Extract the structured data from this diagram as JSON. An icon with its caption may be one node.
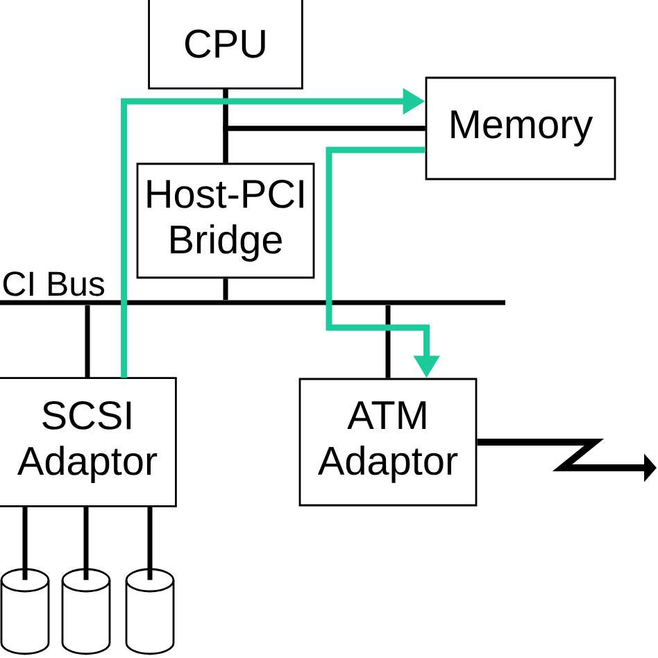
{
  "diagram": {
    "nodes": [
      {
        "text": [
          "CPU"
        ]
      },
      {
        "text": [
          "Memory"
        ]
      },
      {
        "text": [
          "Host-PCI Bridge"
        ]
      },
      {
        "text": [
          "CI Bus"
        ]
      },
      {
        "text": [
          "SCSI Adaptor"
        ]
      },
      {
        "text": [
          "ATM Adaptor"
        ]
      },
      {
        "text": [],
        "shape": "cylinder"
      },
      {
        "text": [],
        "shape": "cylinder"
      },
      {
        "text": [],
        "shape": "cylinder"
      }
    ],
    "edges": [
      {
        "from": 0,
        "to": 2,
        "arrow": "none"
      },
      {
        "from": 1,
        "to": 0,
        "arrow": "none"
      },
      {
        "from": 1,
        "to": 2,
        "arrow": "none"
      },
      {
        "from": 2,
        "to": 3,
        "arrow": "none"
      },
      {
        "from": 3,
        "to": 4,
        "arrow": "none"
      },
      {
        "from": 3,
        "to": 5,
        "arrow": "none"
      },
      {
        "from": 4,
        "to": 6,
        "arrow": "none"
      },
      {
        "from": 4,
        "to": 7,
        "arrow": "none"
      },
      {
        "from": 4,
        "to": 8,
        "arrow": "none"
      },
      {
        "from": 4,
        "to": 1,
        "arrow": "to",
        "color": "#1ccb9b"
      },
      {
        "from": 1,
        "to": 5,
        "arrow": "to",
        "color": "#1ccb9b"
      },
      {
        "from": 5,
        "to": null,
        "arrow": "to"
      }
    ]
  }
}
